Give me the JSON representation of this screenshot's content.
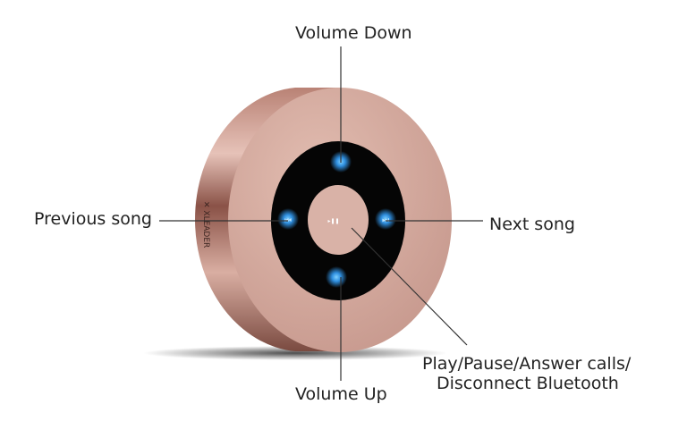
{
  "labels": {
    "volume_down": "Volume Down",
    "volume_up": "Volume Up",
    "previous_song": "Previous song",
    "next_song": "Next song",
    "play_pause_line1": "Play/Pause/Answer calls/",
    "play_pause_line2": "Disconnect Bluetooth"
  },
  "brand": "XLEADER",
  "colors": {
    "body": "#c99a8e",
    "ring": "#050505",
    "led": "#2f8fe0"
  }
}
